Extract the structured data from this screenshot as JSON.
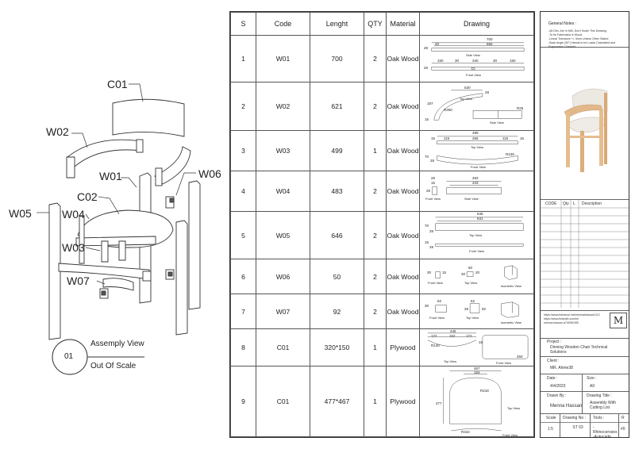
{
  "exploded_view": {
    "labels": {
      "c01": "C01",
      "w02": "W02",
      "w01": "W01",
      "w06": "W06",
      "c02": "C02",
      "w05": "W05",
      "w04": "W04",
      "w03": "W03",
      "w07": "W07"
    },
    "view_number": "01",
    "view_title": "Assemply View",
    "view_scale": "Out Of Scale"
  },
  "table": {
    "headers": {
      "s": "S",
      "code": "Code",
      "length": "Lenght",
      "qty": "QTY",
      "material": "Material",
      "drawing": "Drawing"
    },
    "rows": [
      {
        "s": "1",
        "code": "W01",
        "length": "700",
        "qty": "2",
        "material": "Oak Wood",
        "drawing": {
          "d1": "700",
          "d2": "665",
          "d3": "20",
          "d4": "150",
          "d5": "30",
          "d6": "340",
          "d7": "30",
          "d8": "150",
          "d9": "28",
          "d10": "28",
          "v1": "Side View",
          "v2": "Front View"
        }
      },
      {
        "s": "2",
        "code": "W02",
        "length": "621",
        "qty": "2",
        "material": "Oak Wood",
        "drawing": {
          "d1": "530",
          "d2": "28",
          "d3": "187",
          "d4": "15",
          "r1": "R250",
          "r2": "R25",
          "v1": "Top View",
          "v2": "Side View"
        }
      },
      {
        "s": "3",
        "code": "W03",
        "length": "499",
        "qty": "1",
        "material": "Oak Wood",
        "drawing": {
          "d1": "499",
          "d2": "15",
          "d3": "115",
          "d4": "265",
          "d5": "115",
          "d6": "15",
          "d7": "70",
          "d8": "28",
          "d9": "70",
          "d10": "28",
          "r1": "R249",
          "v1": "Top View",
          "v2": "Front View"
        }
      },
      {
        "s": "4",
        "code": "W04",
        "length": "483",
        "qty": "2",
        "material": "Oak Wood",
        "drawing": {
          "d1": "28",
          "d2": "15",
          "d3": "483",
          "d4": "433",
          "d5": "28",
          "v1": "Front View",
          "v2": "Side View"
        }
      },
      {
        "s": "5",
        "code": "W05",
        "length": "646",
        "qty": "2",
        "material": "Oak Wood",
        "drawing": {
          "d1": "646",
          "d2": "631",
          "d3": "70",
          "d4": "28",
          "d5": "15",
          "d6": "28",
          "v1": "Top View",
          "v2": "Front View"
        }
      },
      {
        "s": "6",
        "code": "W06",
        "length": "50",
        "qty": "2",
        "material": "Oak Wood",
        "drawing": {
          "d1": "30",
          "d2": "15",
          "d3": "50",
          "d4": "20",
          "d5": "30",
          "v1": "Front View",
          "v2": "Top View",
          "v3": "Isometric View"
        }
      },
      {
        "s": "7",
        "code": "W07",
        "length": "92",
        "qty": "2",
        "material": "Oak Wood",
        "drawing": {
          "d1": "30",
          "d2": "62",
          "d3": "62",
          "d4": "28",
          "d5": "92",
          "v1": "Front View",
          "v2": "Top View",
          "v3": "Isometric View"
        }
      },
      {
        "s": "8",
        "code": "C01",
        "length": "320*150",
        "qty": "1",
        "material": "Plywood",
        "drawing": {
          "d1": "445",
          "d2": "172",
          "d3": "102",
          "d4": "172",
          "d5": "15",
          "d6": "450",
          "r1": "R140",
          "v1": "Top View",
          "v2": "Front View"
        }
      },
      {
        "s": "9",
        "code": "C01",
        "length": "477*467",
        "qty": "1",
        "material": "Plywood",
        "drawing": {
          "d1": "467",
          "d2": "154",
          "d3": "477",
          "r1": "R218",
          "r2": "R434",
          "v1": "Top View",
          "v2": "Front View"
        }
      }
    ]
  },
  "title_block": {
    "notes_title": "General Notes :",
    "notes": [
      "-All Dim. Are in MM, Don't Scale This Drawing",
      "-To be Fabricated in Wood.",
      "-Linear Tolerance +/- 5mm Unless Other Stated",
      "-Back Angle (90°) Needs to be Loads Calculated and",
      "Ergonomics Checked"
    ],
    "parts_headers": {
      "code": "CODE",
      "qty": "Qty",
      "l": "L",
      "desc": "Description"
    },
    "links": [
      "https://www.behance.net/mennahassan1212",
      "https://www.linkedin.com/in/",
      "menna-hassan-a74096195/"
    ],
    "logo": "M",
    "project_label": "Project :",
    "project": "Dinning Wooden Chair Technical Solutions",
    "client_label": "Client :",
    "client": "MR. Ahme38",
    "date_label": "Date :",
    "date": "4/4/2023",
    "size_label": "Size :",
    "size": "A0",
    "drawn_by_label": "Drawn By :",
    "drawn_by": "Menna Hassan",
    "drawing_title_label": "Drawing Title :",
    "drawing_title": "Assembly With Cutting List",
    "scale_label": "Scale",
    "scale": "1:5",
    "drawing_no_label": "Drawing No :",
    "drawing_no": "ST 03",
    "tools_label": "Tools :",
    "tools": "-Rhinoceroses -Autocade",
    "rev_label": "R",
    "rev": "#0"
  }
}
